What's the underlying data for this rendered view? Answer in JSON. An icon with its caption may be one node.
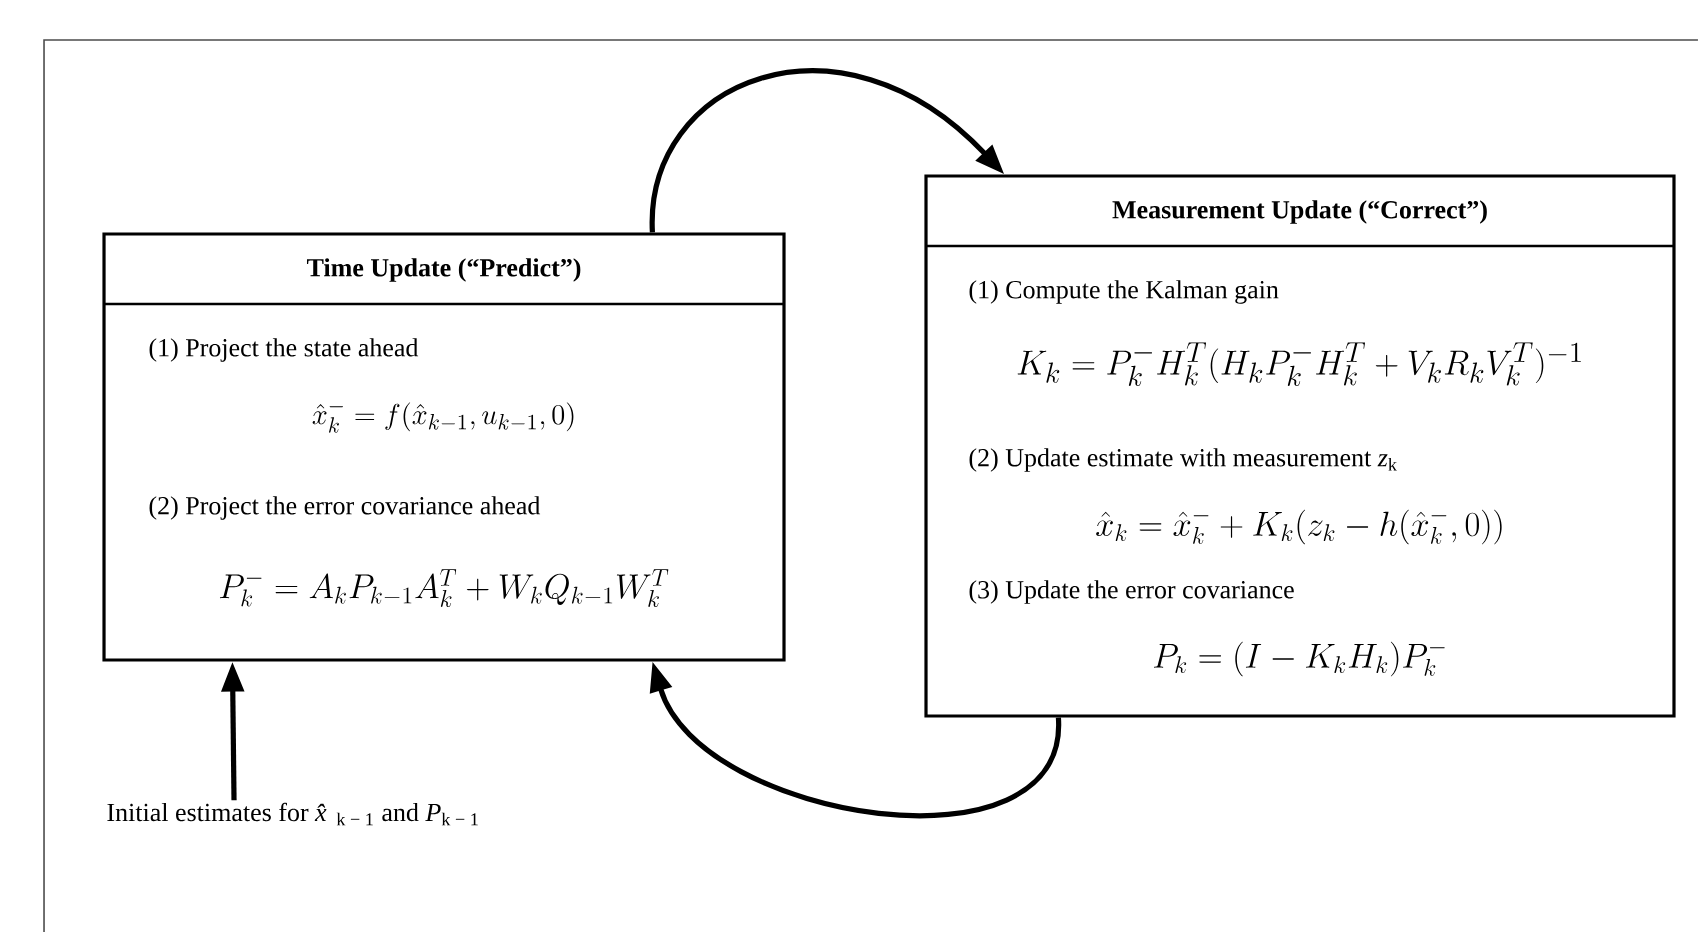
{
  "diagram": {
    "nodes": [
      {
        "text": [
          "Time Update (“Predict”)",
          "(1) Project the state ahead",
          "\\hat{x}_k^- = f(\\hat{x}_{k-1}, u_{k-1}, 0)",
          "(2) Project the error covariance ahead",
          "P_k^- = A_k P_{k-1} A_k^T + W_k Q_{k-1} W_k^T"
        ]
      },
      {
        "text": [
          "Measurement Update (“Correct”)",
          "(1) Compute the Kalman gain",
          "K_k = P_k^- H_k^T (H_k P_k^- H_k^T + V_k R_k V_k^T)^{-1}",
          "(2) Update estimate with measurement *z*$_{k}$",
          "\\hat{x}_k = \\hat{x}_k^- + K_k(z_k - h(\\hat{x}_k^-, 0))",
          "(3) Update the error covariance",
          "P_k = (I - K_k H_k) P_k^-"
        ]
      },
      {
        "text": [
          "Initial estimates for *x̂*$_{k − 1}$ and *P*$_{k − 1}$"
        ]
      }
    ],
    "edges": [
      {
        "from": 0,
        "to": 1,
        "arrow": "to"
      },
      {
        "from": 1,
        "to": 0,
        "arrow": "to"
      },
      {
        "from": 2,
        "to": 0,
        "arrow": "to"
      }
    ]
  }
}
